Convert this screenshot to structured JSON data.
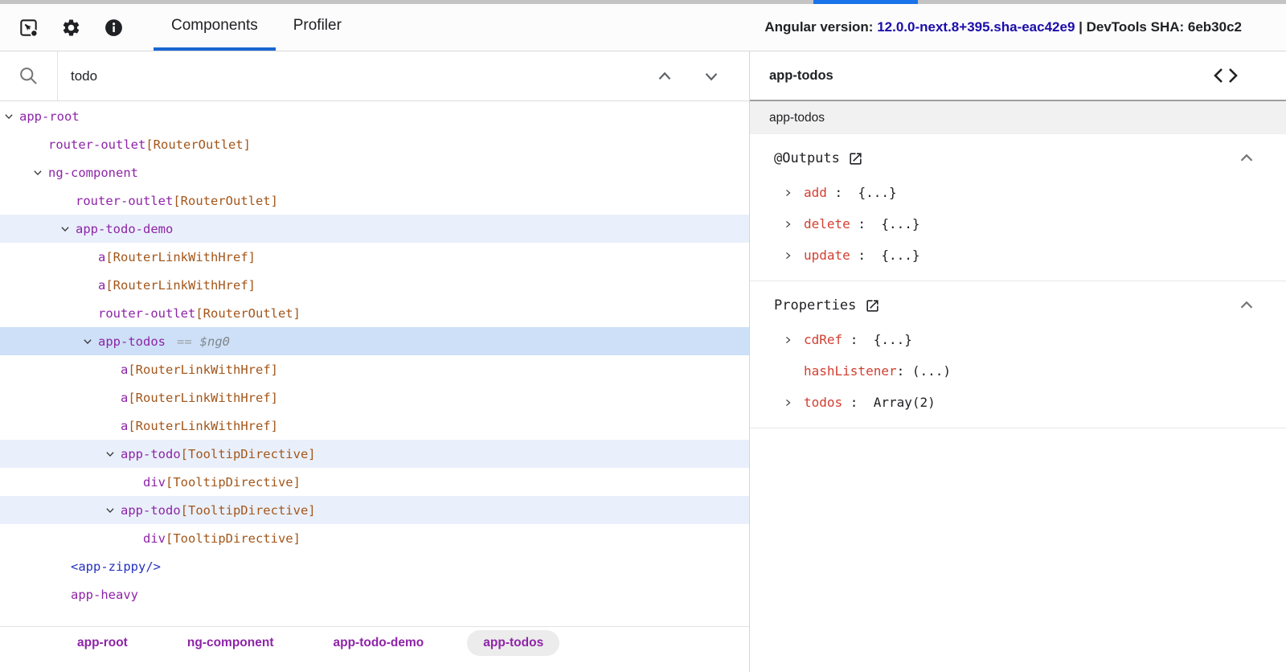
{
  "colors": {
    "accent": "#1a73e8",
    "underline": "#1967d2",
    "link": "#1a0dab",
    "tag": "#8e24a8",
    "directive": "#a3561a",
    "element": "#2531bd",
    "key": "#d23f31",
    "selected-bg": "#cde0f7",
    "match-bg": "#e9f0fb"
  },
  "icons": {
    "inspect_element": "inspect-element-icon",
    "settings": "gear-icon",
    "info": "info-icon",
    "search": "search-icon",
    "prev_match": "chevron-up-icon",
    "next_match": "chevron-down-icon",
    "expand_node": "chevron-down-icon",
    "expand_prop": "chevron-right-icon",
    "view_source": "code-icon",
    "external": "open-in-new-icon",
    "collapse_section": "chevron-up-icon"
  },
  "toolbar": {
    "tabs": [
      {
        "label": "Components",
        "active": true
      },
      {
        "label": "Profiler",
        "active": false
      }
    ],
    "version_label": "Angular version: ",
    "version_value": "12.0.0-next.8+395.sha-eac42e9",
    "sha_text": " | DevTools SHA: 6eb30c2"
  },
  "search": {
    "value": "todo",
    "placeholder": ""
  },
  "tree": {
    "rows": [
      {
        "tag": "app-root",
        "directive": "",
        "indent": 24,
        "expanded": true,
        "highlight": "none"
      },
      {
        "tag": "router-outlet",
        "directive": "[RouterOutlet]",
        "indent": 60,
        "expanded": false,
        "highlight": "none"
      },
      {
        "tag": "ng-component",
        "directive": "",
        "indent": 60,
        "expanded": true,
        "highlight": "none"
      },
      {
        "tag": "router-outlet",
        "directive": "[RouterOutlet]",
        "indent": 94,
        "expanded": false,
        "highlight": "none"
      },
      {
        "tag": "app-todo-demo",
        "directive": "",
        "indent": 94,
        "expanded": true,
        "highlight": "match"
      },
      {
        "tag": "a",
        "directive": "[RouterLinkWithHref]",
        "indent": 122,
        "expanded": false,
        "highlight": "none"
      },
      {
        "tag": "a",
        "directive": "[RouterLinkWithHref]",
        "indent": 122,
        "expanded": false,
        "highlight": "none"
      },
      {
        "tag": "router-outlet",
        "directive": "[RouterOutlet]",
        "indent": 122,
        "expanded": false,
        "highlight": "none"
      },
      {
        "tag": "app-todos",
        "directive": "",
        "indent": 122,
        "expanded": true,
        "highlight": "selected",
        "eq": "==",
        "ref": "$ng0"
      },
      {
        "tag": "a",
        "directive": "[RouterLinkWithHref]",
        "indent": 150,
        "expanded": false,
        "highlight": "none"
      },
      {
        "tag": "a",
        "directive": "[RouterLinkWithHref]",
        "indent": 150,
        "expanded": false,
        "highlight": "none"
      },
      {
        "tag": "a",
        "directive": "[RouterLinkWithHref]",
        "indent": 150,
        "expanded": false,
        "highlight": "none"
      },
      {
        "tag": "app-todo",
        "directive": "[TooltipDirective]",
        "indent": 150,
        "expanded": true,
        "highlight": "match"
      },
      {
        "tag": "div",
        "directive": "[TooltipDirective]",
        "indent": 178,
        "expanded": false,
        "highlight": "none"
      },
      {
        "tag": "app-todo",
        "directive": "[TooltipDirective]",
        "indent": 150,
        "expanded": true,
        "highlight": "match"
      },
      {
        "tag": "div",
        "directive": "[TooltipDirective]",
        "indent": 178,
        "expanded": false,
        "highlight": "none"
      },
      {
        "tag": "<app-zippy/>",
        "directive": "",
        "indent": 88,
        "expanded": false,
        "highlight": "none",
        "variant": "element"
      },
      {
        "tag": "app-heavy",
        "directive": "",
        "indent": 88,
        "expanded": false,
        "highlight": "none"
      }
    ]
  },
  "breadcrumbs": [
    {
      "label": "app-root",
      "active": false
    },
    {
      "label": "ng-component",
      "active": false
    },
    {
      "label": "app-todo-demo",
      "active": false
    },
    {
      "label": "app-todos",
      "active": true
    }
  ],
  "details": {
    "title": "app-todos",
    "tab": "app-todos",
    "sections": [
      {
        "title": "@Outputs",
        "rows": [
          {
            "key": "add",
            "sep": " :  ",
            "value": "{...}",
            "expandable": true
          },
          {
            "key": "delete",
            "sep": " :  ",
            "value": "{...}",
            "expandable": true
          },
          {
            "key": "update",
            "sep": " :  ",
            "value": "{...}",
            "expandable": true
          }
        ]
      },
      {
        "title": "Properties",
        "rows": [
          {
            "key": "cdRef",
            "sep": " :  ",
            "value": "{...}",
            "expandable": true
          },
          {
            "key": "hashListener",
            "sep": ": ",
            "value": "(...)",
            "expandable": false
          },
          {
            "key": "todos",
            "sep": " :  ",
            "value": "Array(2)",
            "expandable": true
          }
        ]
      }
    ]
  }
}
